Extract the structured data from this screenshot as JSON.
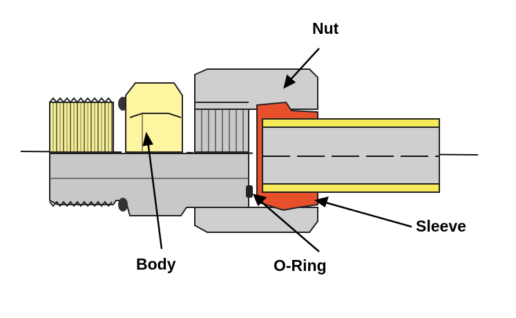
{
  "labels": {
    "nut": "Nut",
    "sleeve": "Sleeve",
    "body": "Body",
    "o_ring": "O-Ring"
  },
  "colors": {
    "metal": "#cfcfcf",
    "metal_dark": "#a9a9a9",
    "hex_yellow": "#fdf5a0",
    "sleeve_red": "#e8502b",
    "tube_yellow": "#f4ea5a",
    "outline": "#222222"
  }
}
